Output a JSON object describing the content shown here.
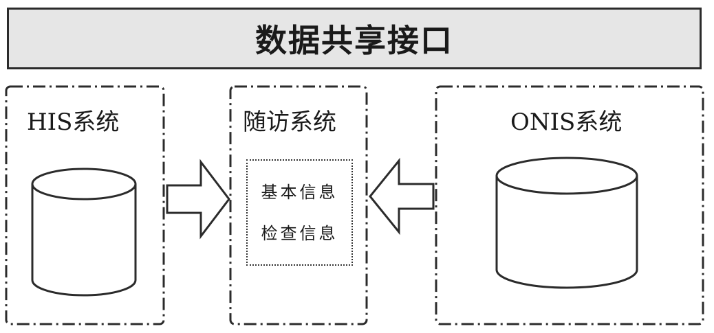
{
  "header": {
    "title": "数据共享接口"
  },
  "panels": {
    "his": {
      "title": "HIS系统"
    },
    "followup": {
      "title": "随访系统"
    },
    "onis": {
      "title": "ONIS系统"
    }
  },
  "info_box": {
    "line1": "基本信息",
    "line2": "检查信息"
  },
  "flows": [
    {
      "from": "HIS系统",
      "to": "随访系统",
      "direction": "right"
    },
    {
      "from": "ONIS系统",
      "to": "随访系统",
      "direction": "left"
    }
  ],
  "colors": {
    "stroke": "#2b2b2b",
    "header_fill": "#e6e6e6"
  }
}
